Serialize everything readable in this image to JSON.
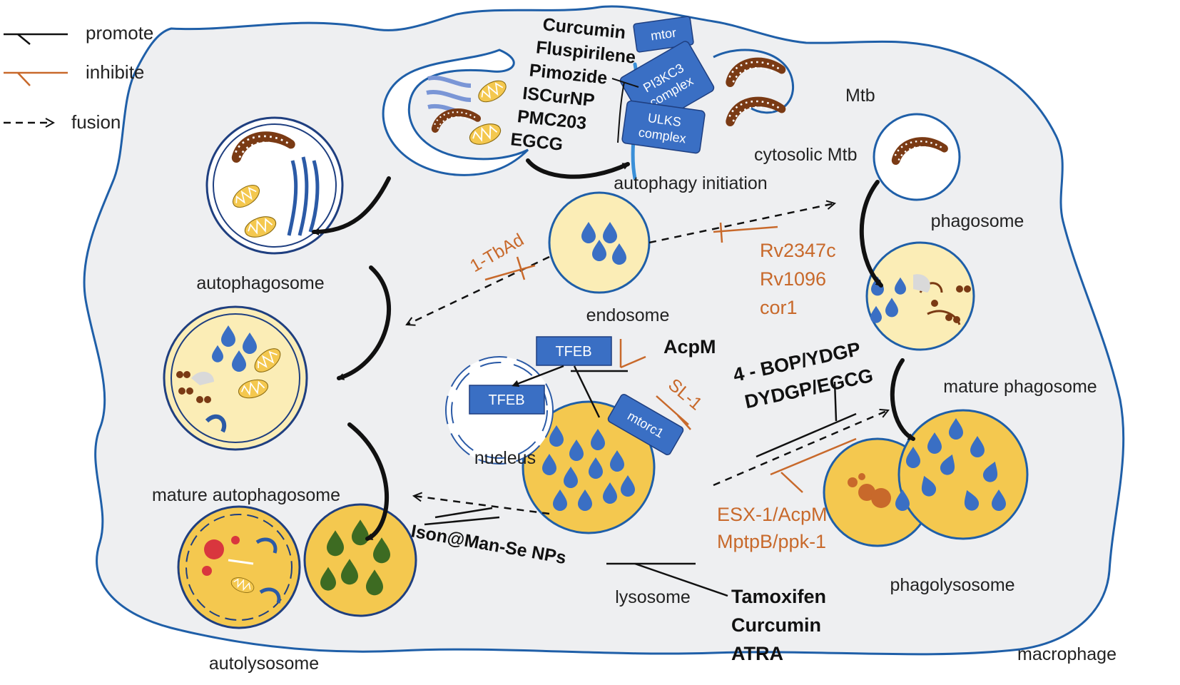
{
  "colors": {
    "cell_fill": "#eeeff1",
    "cell_stroke": "#1f5fa8",
    "blue": "#3a6fc4",
    "blue_dark": "#2b5aa6",
    "yellow": "#f4c84f",
    "yellow_light": "#fbedb6",
    "brown": "#7a3a14",
    "orange": "#c8692b",
    "green": "#3d6b22",
    "red": "#d9363e"
  },
  "legend": {
    "promote": "promote",
    "inhibit": "inhibite",
    "fusion": "fusion"
  },
  "cell": {
    "label": "macrophage"
  },
  "compartments": {
    "autophagosome": "autophagosome",
    "mature_autophagosome": "mature autophagosome",
    "autolysosome": "autolysosome",
    "endosome": "endosome",
    "lysosome": "lysosome",
    "nucleus": "nucleus",
    "phagosome": "phagosome",
    "mature_phagosome": "mature phagosome",
    "phagolysosome": "phagolysosome",
    "mtb": "Mtb",
    "cytosolic_mtb": "cytosolic Mtb",
    "autophagy_initiation": "autophagy initiation"
  },
  "complexes": {
    "mtor": "mtor",
    "pi3kc3_line1": "PI3KC3",
    "pi3kc3_line2": "complex",
    "ulks_line1": "ULKS",
    "ulks_line2": "complex",
    "tfeb_cyto": "TFEB",
    "tfeb_nucleus": "TFEB",
    "mtorc1": "mtorc1"
  },
  "agents": {
    "initiation_promoters": [
      "Curcumin",
      "Fluspirilene",
      "Pimozide",
      "ISCurNP",
      "PMC203",
      "EGCG"
    ],
    "tbad": "1-TbAd",
    "rv_inhibitors": [
      "Rv2347c",
      "Rv1096",
      "cor1"
    ],
    "acpm": "AcpM",
    "sl1": "SL-1",
    "bop_line1": "4 - BOP/YDGP",
    "bop_line2": "DYDGP/EGCG",
    "esx_inhibitors": [
      "ESX-1/AcpM",
      "MptpB/ppk-1"
    ],
    "ison": "Ison@Man-Se NPs",
    "lysosome_promoters": [
      "Tamoxifen",
      "Curcumin",
      "ATRA"
    ]
  }
}
